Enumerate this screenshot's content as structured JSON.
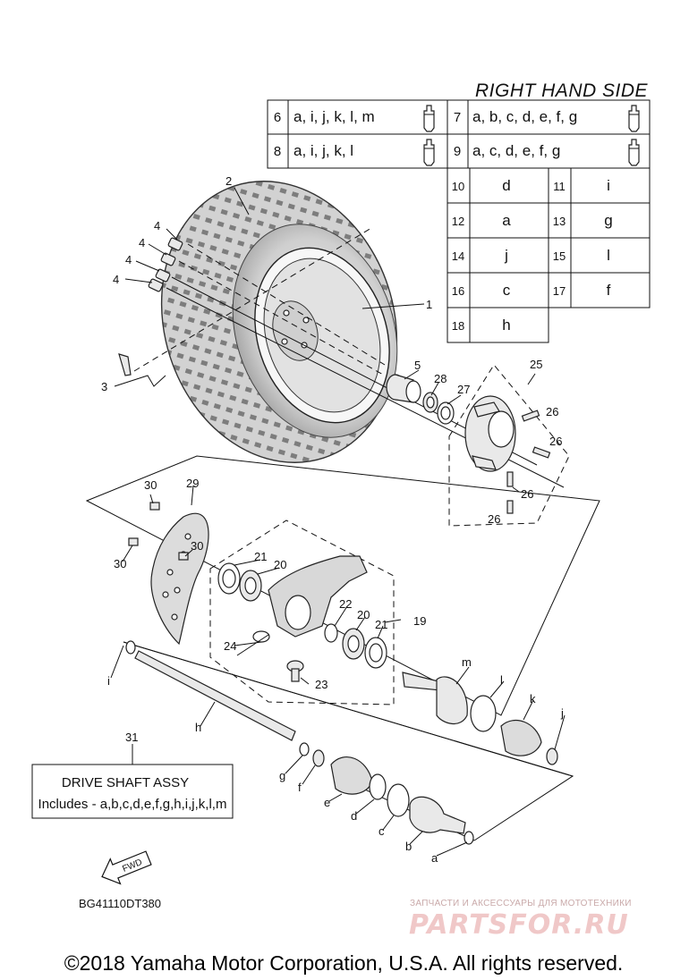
{
  "header": {
    "side_title": "RIGHT HAND SIDE"
  },
  "spec_table": {
    "rows_wide": [
      {
        "left_no": "6",
        "left_letters": "a, i, j, k, l, m",
        "right_no": "7",
        "right_letters": "a, b, c, d, e, f, g"
      },
      {
        "left_no": "8",
        "left_letters": "a, i, j, k, l",
        "right_no": "9",
        "right_letters": "a, c, d, e, f, g"
      }
    ],
    "rows_small": [
      {
        "no_a": "10",
        "letter_a": "d",
        "no_b": "11",
        "letter_b": "i"
      },
      {
        "no_a": "12",
        "letter_a": "a",
        "no_b": "13",
        "letter_b": "g"
      },
      {
        "no_a": "14",
        "letter_a": "j",
        "no_b": "15",
        "letter_b": "l"
      },
      {
        "no_a": "16",
        "letter_a": "c",
        "no_b": "17",
        "letter_b": "f"
      },
      {
        "no_a": "18",
        "letter_a": "h"
      }
    ]
  },
  "callouts": {
    "c1": "1",
    "c2": "2",
    "c3": "3",
    "c4a": "4",
    "c4b": "4",
    "c4c": "4",
    "c4d": "4",
    "c5": "5",
    "c28": "28",
    "c27": "27",
    "c25": "25",
    "c26a": "26",
    "c26b": "26",
    "c26c": "26",
    "c26d": "26",
    "c30a": "30",
    "c29": "29",
    "c30b": "30",
    "c30c": "30",
    "c21a": "21",
    "c20a": "20",
    "c22": "22",
    "c20b": "20",
    "c21b": "21",
    "c19": "19",
    "c24": "24",
    "c23": "23",
    "ci1": "i",
    "cm": "m",
    "cl": "l",
    "ck": "k",
    "cj": "j",
    "ch": "h",
    "c31": "31",
    "cg": "g",
    "cf": "f",
    "ce": "e",
    "cd": "d",
    "cc": "c",
    "cb": "b",
    "ca": "a"
  },
  "drive_shaft_box": {
    "title": "DRIVE SHAFT ASSY",
    "includes": "Includes - a,b,c,d,e,f,g,h,i,j,k,l,m"
  },
  "fwd_arrow_label": "FWD",
  "diagram_code": "BG41110DT380",
  "watermark": {
    "top_line": "ЗАПЧАСТИ И АКСЕССУАРЫ ДЛЯ МОТОТЕХНИКИ",
    "logo": "PARTSFOR.RU"
  },
  "copyright": "©2018 Yamaha Motor Corporation, U.S.A. All rights reserved."
}
